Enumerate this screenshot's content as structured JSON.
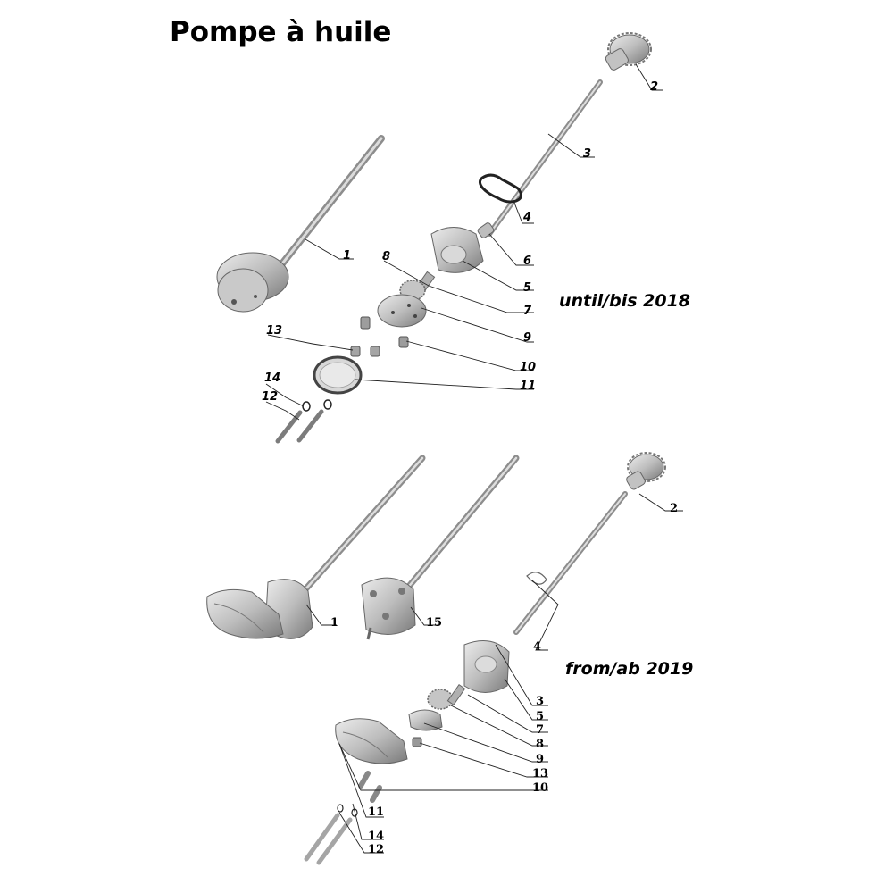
{
  "diagram": {
    "title": "Pompe à huile",
    "sections": {
      "old": {
        "label": "until/bis 2018"
      },
      "new": {
        "label": "from/ab 2019"
      }
    },
    "callouts_old": [
      "1",
      "2",
      "3",
      "4",
      "5",
      "6",
      "7",
      "8",
      "9",
      "10",
      "11",
      "12",
      "13",
      "14"
    ],
    "callouts_new": [
      "1",
      "2",
      "3",
      "4",
      "5",
      "7",
      "8",
      "9",
      "10",
      "11",
      "12",
      "13",
      "14",
      "15"
    ],
    "colors": {
      "metal": "#b9b9b9",
      "metal_dark": "#7d7d7d",
      "metal_light": "#e2e2e2",
      "text": "#000000"
    }
  }
}
